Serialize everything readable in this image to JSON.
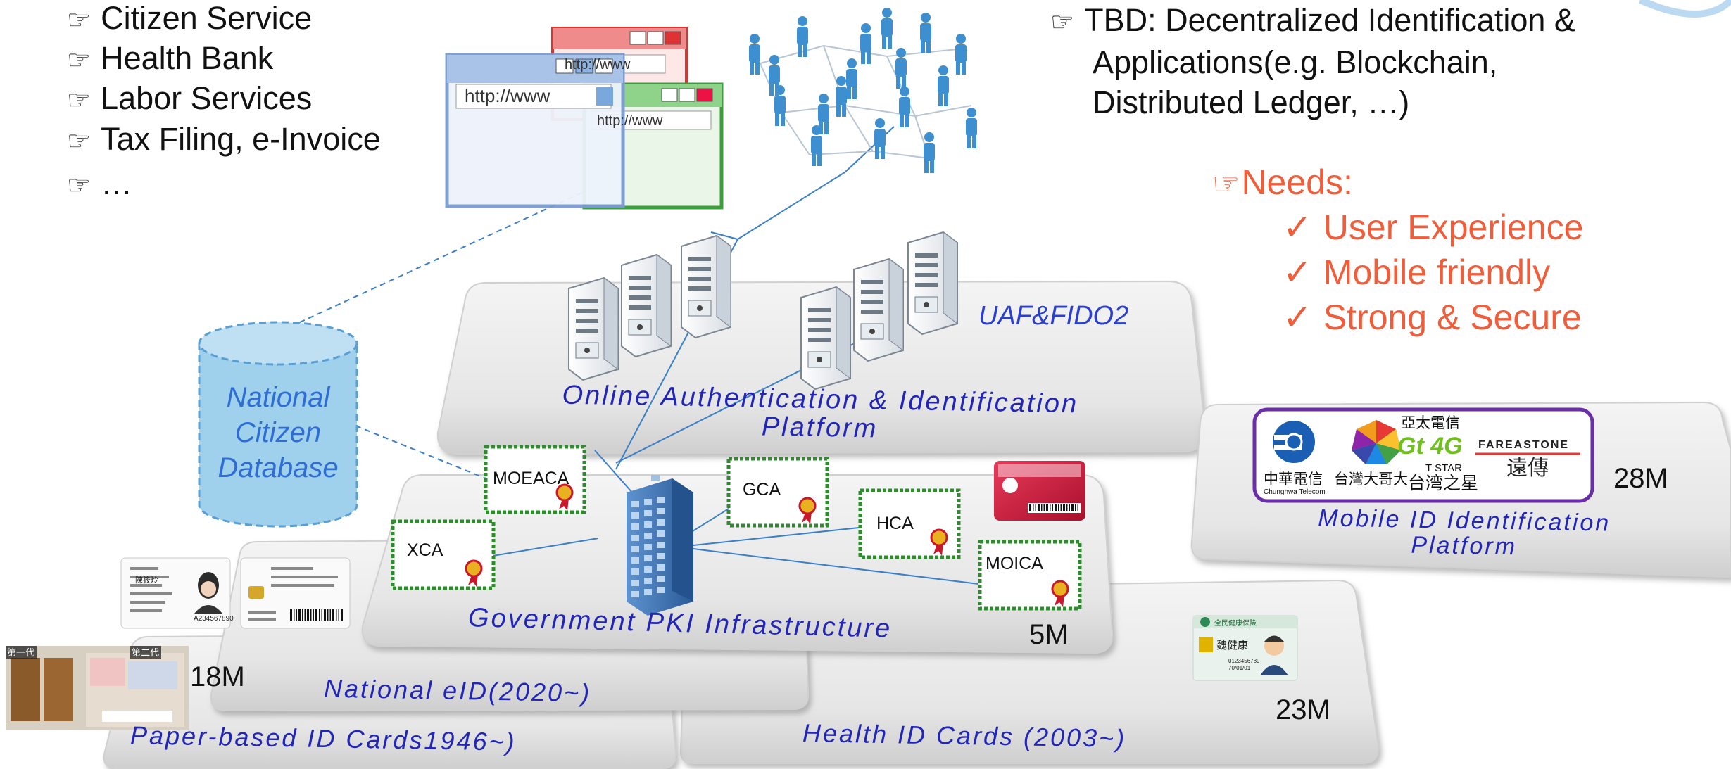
{
  "left_bullets": [
    "Citizen Service",
    "Health Bank",
    "Labor Services",
    "Tax Filing, e-Invoice",
    "…"
  ],
  "right_bullet": {
    "line1": "TBD: Decentralized Identification &",
    "line2": "Applications(e.g. Blockchain,",
    "line3": "Distributed Ledger, …)"
  },
  "needs": {
    "title": "Needs:",
    "items": [
      "User Experience",
      "Mobile friendly",
      "Strong & Secure"
    ]
  },
  "browser_urls": [
    "http://www",
    "http://www",
    "http://www"
  ],
  "uaf_label": "UAF&FIDO2",
  "database_label": [
    "National",
    "Citizen",
    "Database"
  ],
  "platforms": {
    "online": [
      "Online Authentication & Identification",
      "Platform"
    ],
    "mobile": [
      "Mobile ID Identification",
      "Platform"
    ],
    "pki": "Government PKI Infrastructure",
    "eid": "National eID(2020~)",
    "health": "Health ID Cards (2003~)",
    "paper": "Paper-based ID Cards1946~)"
  },
  "cas": [
    "MOEACA",
    "GCA",
    "HCA",
    "XCA",
    "MOICA"
  ],
  "counts": {
    "mobile": "28M",
    "pki": "5M",
    "eid": "18M",
    "health": "23M"
  },
  "telecoms": {
    "cht_zh": "中華電信",
    "cht_en": "Chunghwa Telecom",
    "twm": "台灣大哥大",
    "aptg_zh": "亞太電信",
    "aptg_logo": "Gt 4G",
    "tstar_en": "T STAR",
    "tstar_zh": "台湾之星",
    "fet_en": "FAREASTONE",
    "fet_zh": "遠傳"
  },
  "health_card": {
    "title": "全民健康保險",
    "name": "魏健康",
    "number": "0123456789",
    "date": "70/01/01"
  },
  "eid_card": {
    "name_value": "陳筱玲",
    "number": "A234567890"
  },
  "paper_card_labels": [
    "第一代",
    "第二代"
  ],
  "colors": {
    "platform_label": "#2226b8",
    "needs": "#f05d3a",
    "database": "#9fd0ec",
    "database_text": "#2f6dd6",
    "certificate_border": "#2e8b2e",
    "mobile_frame": "#6a2ea8",
    "connector": "#3a7fc8"
  },
  "icons": [
    "pointing-hand-icon",
    "checkmark-icon",
    "server-icon",
    "office-building-icon",
    "certificate-seal-icon",
    "browser-window-icon",
    "people-network-icon",
    "database-cylinder-icon"
  ]
}
